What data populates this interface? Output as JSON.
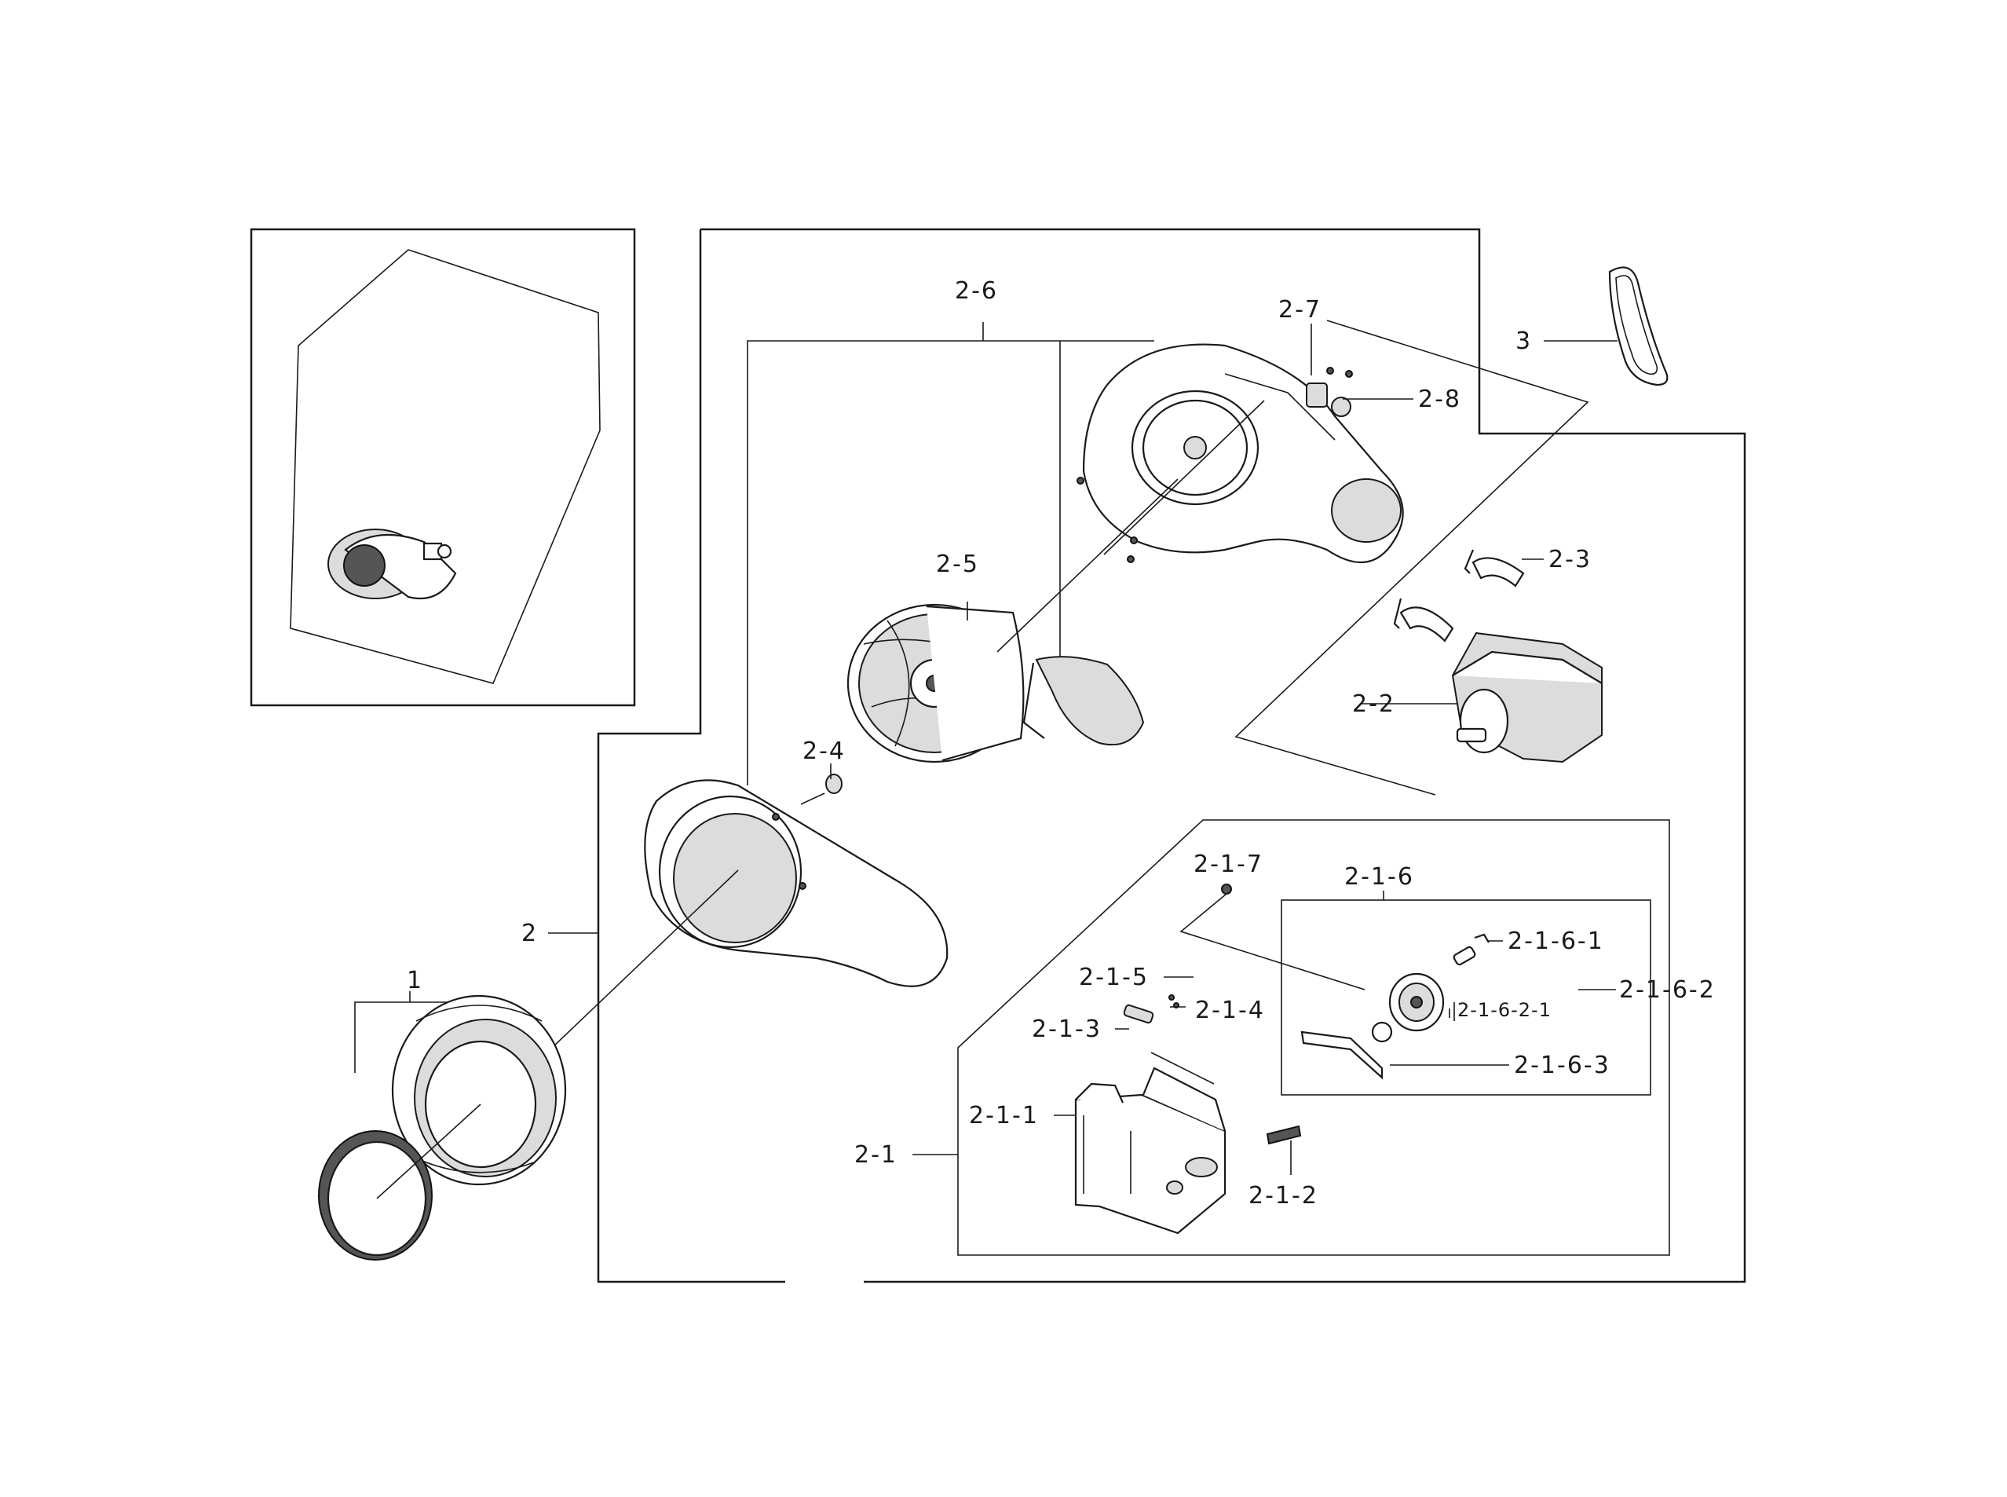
{
  "labels": {
    "l1": "1",
    "l2": "2",
    "l2_1": "2-1",
    "l2_1_1": "2-1-1",
    "l2_1_2": "2-1-2",
    "l2_1_3": "2-1-3",
    "l2_1_4": "2-1-4",
    "l2_1_5": "2-1-5",
    "l2_1_6": "2-1-6",
    "l2_1_6_1": "2-1-6-1",
    "l2_1_6_2": "2-1-6-2",
    "l2_1_6_2_1": "2-1-6-2-1",
    "l2_1_6_3": "2-1-6-3",
    "l2_1_7": "2-1-7",
    "l2_2": "2-2",
    "l2_3": "2-3",
    "l2_4": "2-4",
    "l2_5": "2-5",
    "l2_6": "2-6",
    "l2_7": "2-7",
    "l2_8": "2-8",
    "l3": "3"
  }
}
